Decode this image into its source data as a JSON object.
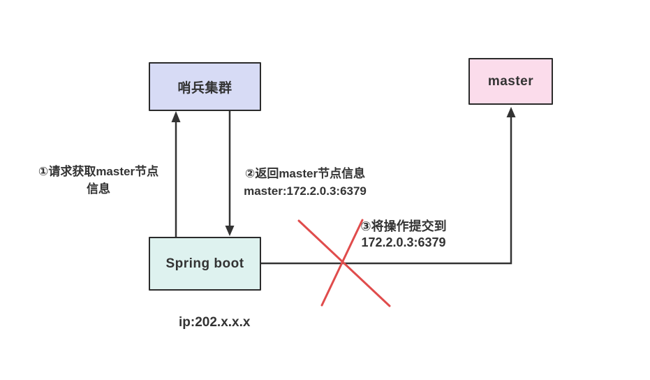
{
  "diagram": {
    "title": "redis-sentinel-springboot-connection-diagram",
    "nodes": {
      "sentinel": {
        "label": "哨兵集群",
        "fill": "#d7dbf5"
      },
      "master": {
        "label": "master",
        "fill": "#fbdceb"
      },
      "springboot": {
        "label": "Spring boot",
        "fill": "#def2ef",
        "caption": "ip:202.x.x.x"
      }
    },
    "edges": {
      "request": {
        "line1": "①请求获取master节点",
        "line2": "信息"
      },
      "response": {
        "line1": "②返回master节点信息",
        "line2": "master:172.2.0.3:6379"
      },
      "submit": {
        "line1": "③将操作提交到",
        "line2": "172.2.0.3:6379"
      }
    },
    "colors": {
      "background": "#ffffff",
      "line": "#333333",
      "border": "#2b2b2b",
      "cross": "#e04c4c",
      "text": "#333333"
    }
  }
}
